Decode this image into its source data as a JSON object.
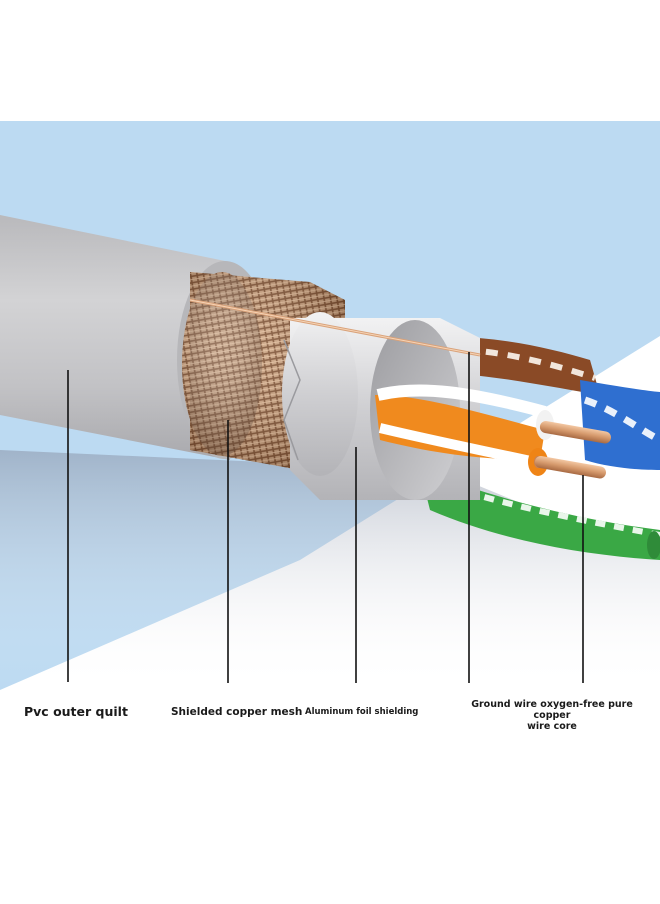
{
  "colors": {
    "background": "#ffffff",
    "sky_panel": "#bcdaf2",
    "pvc_jacket": "#c7c7c9",
    "copper_mesh": "#c8946a",
    "foil": "#d9d9db",
    "orange_pair": "#f08a1e",
    "blue_pair": "#2f6fd0",
    "green_pair": "#3aa845",
    "brown_pair": "#8a4a26",
    "leader_line": "#111111"
  },
  "labels": {
    "pvc": "Pvc outer quilt",
    "mesh": "Shielded copper mesh",
    "foil": "Aluminum foil shielding",
    "ground_line1": "Ground wire oxygen-free pure copper",
    "ground_line2": "wire core"
  }
}
